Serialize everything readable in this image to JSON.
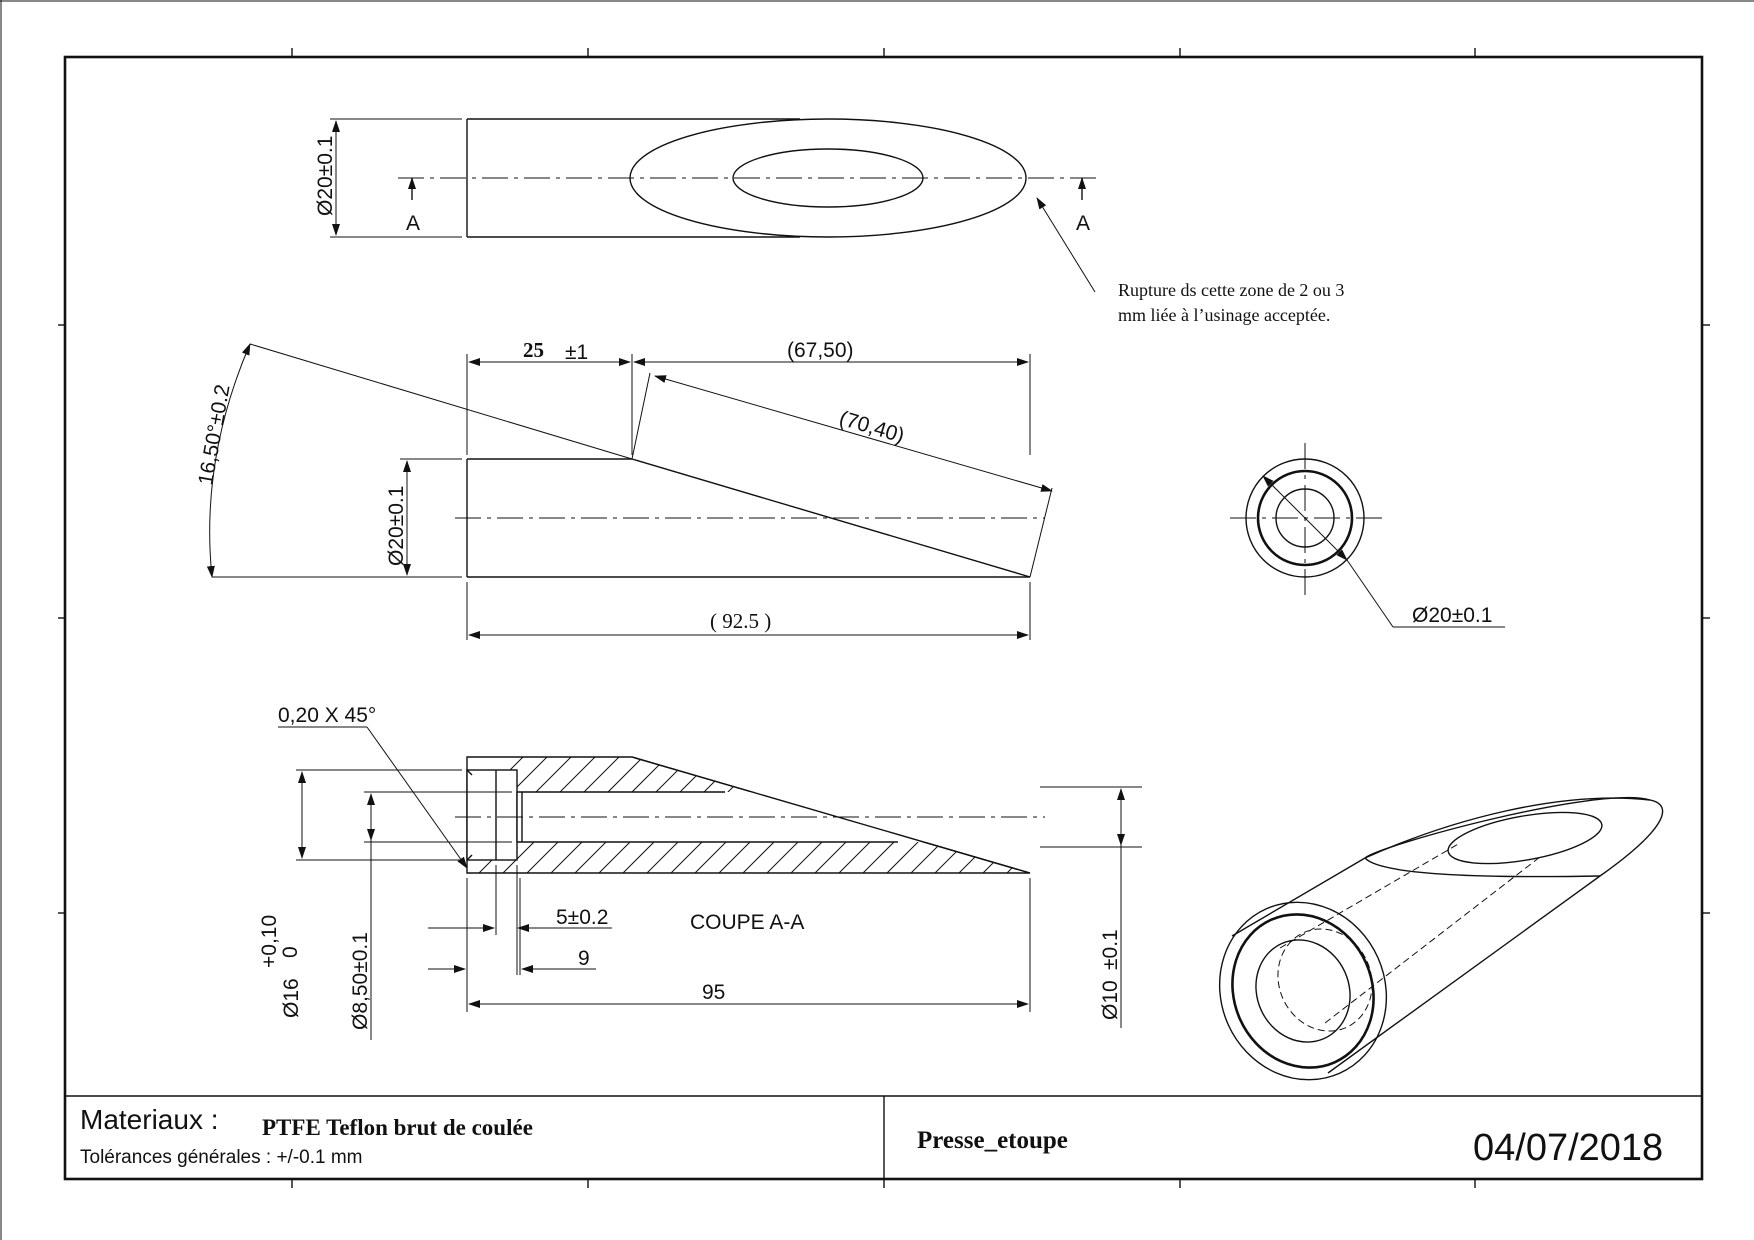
{
  "views": {
    "top": {
      "dim_diameter": "Ø20±0.1",
      "section_mark_left": "A",
      "section_mark_right": "A",
      "note_line1": "Rupture ds cette zone de 2 ou 3",
      "note_line2": "mm liée à l’usinage acceptée."
    },
    "side": {
      "dim_length_25": "25",
      "dim_length_25_tol": "±1",
      "dim_67": "(67,50)",
      "dim_70": "(70,40)",
      "dim_angle": "16,50°±0.2",
      "dim_diameter": "Ø20±0.1",
      "dim_total": "( 92.5 )"
    },
    "end": {
      "dim_diameter": "Ø20±0.1"
    },
    "section": {
      "chamfer": "0,20 X 45°",
      "dim_5": "5±0.2",
      "dim_9": "9",
      "dim_95": "95",
      "title": "COUPE A-A",
      "dim_d16_main": "Ø16",
      "dim_d16_upper": "+0,10",
      "dim_d16_lower": "0",
      "dim_d8": "Ø8,50±0.1",
      "dim_d10": "Ø10",
      "dim_d10_tol": "±0.1"
    }
  },
  "title_block": {
    "materials_label": "Materiaux :",
    "materials_value": "PTFE Teflon brut de coulée",
    "tolerances": "Tolérances générales : +/-0.1 mm",
    "part_name": "Presse_etoupe",
    "date": "04/07/2018"
  }
}
